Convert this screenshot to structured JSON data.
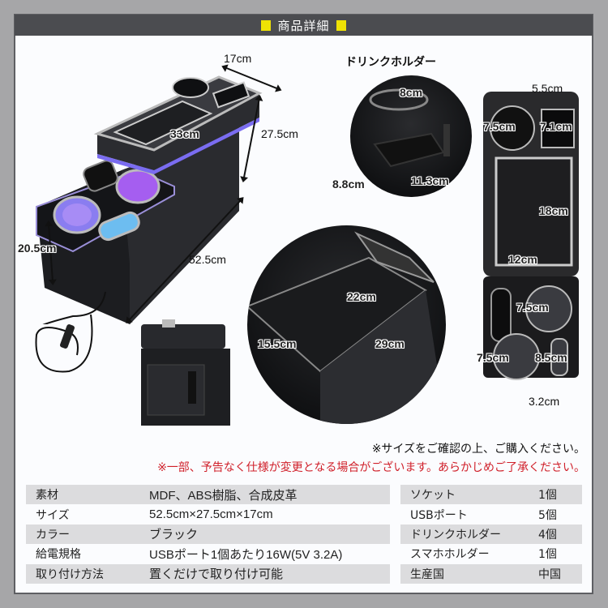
{
  "header": {
    "title": "商品詳細",
    "accent_color": "#efe205",
    "bar_color": "#4b4c50"
  },
  "main_photo": {
    "dims": {
      "width": "17cm",
      "tray_depth": "27.5cm",
      "tray_length": "33cm",
      "height": "20.5cm",
      "length": "52.5cm"
    }
  },
  "drink_holder": {
    "title": "ドリンクホルダー",
    "dims": {
      "ring": "8cm",
      "tray_width": "8.8cm",
      "tray_depth": "11.3cm"
    }
  },
  "storage_photo": {
    "dims": {
      "height": "22cm",
      "width": "15.5cm",
      "length": "29cm"
    }
  },
  "top_view": {
    "dims": {
      "slot_width": "5.5cm",
      "cup_top": "7.5cm",
      "slot_depth": "7.1cm",
      "tray_length": "18cm",
      "tray_width": "12cm",
      "cup_right": "7.5cm",
      "cup_left": "7.5cm",
      "phone_length": "8.5cm",
      "phone_width": "3.2cm"
    }
  },
  "notes": {
    "size_confirm": "※サイズをご確認の上、ご購入ください。",
    "spec_change": "※一部、予告なく仕様が変更となる場合がございます。あらかじめご了承ください。"
  },
  "specs_left": [
    {
      "key": "素材",
      "value": "MDF、ABS樹脂、合成皮革"
    },
    {
      "key": "サイズ",
      "value": "52.5cm×27.5cm×17cm"
    },
    {
      "key": "カラー",
      "value": "ブラック"
    },
    {
      "key": "給電規格",
      "value": "USBポート1個あたり16W(5V 3.2A)"
    },
    {
      "key": "取り付け方法",
      "value": "置くだけで取り付け可能"
    }
  ],
  "specs_right": [
    {
      "key": "ソケット",
      "value": "1個"
    },
    {
      "key": "USBポート",
      "value": "5個"
    },
    {
      "key": "ドリンクホルダー",
      "value": "4個"
    },
    {
      "key": "スマホホルダー",
      "value": "1個"
    },
    {
      "key": "生産国",
      "value": "中国"
    }
  ]
}
